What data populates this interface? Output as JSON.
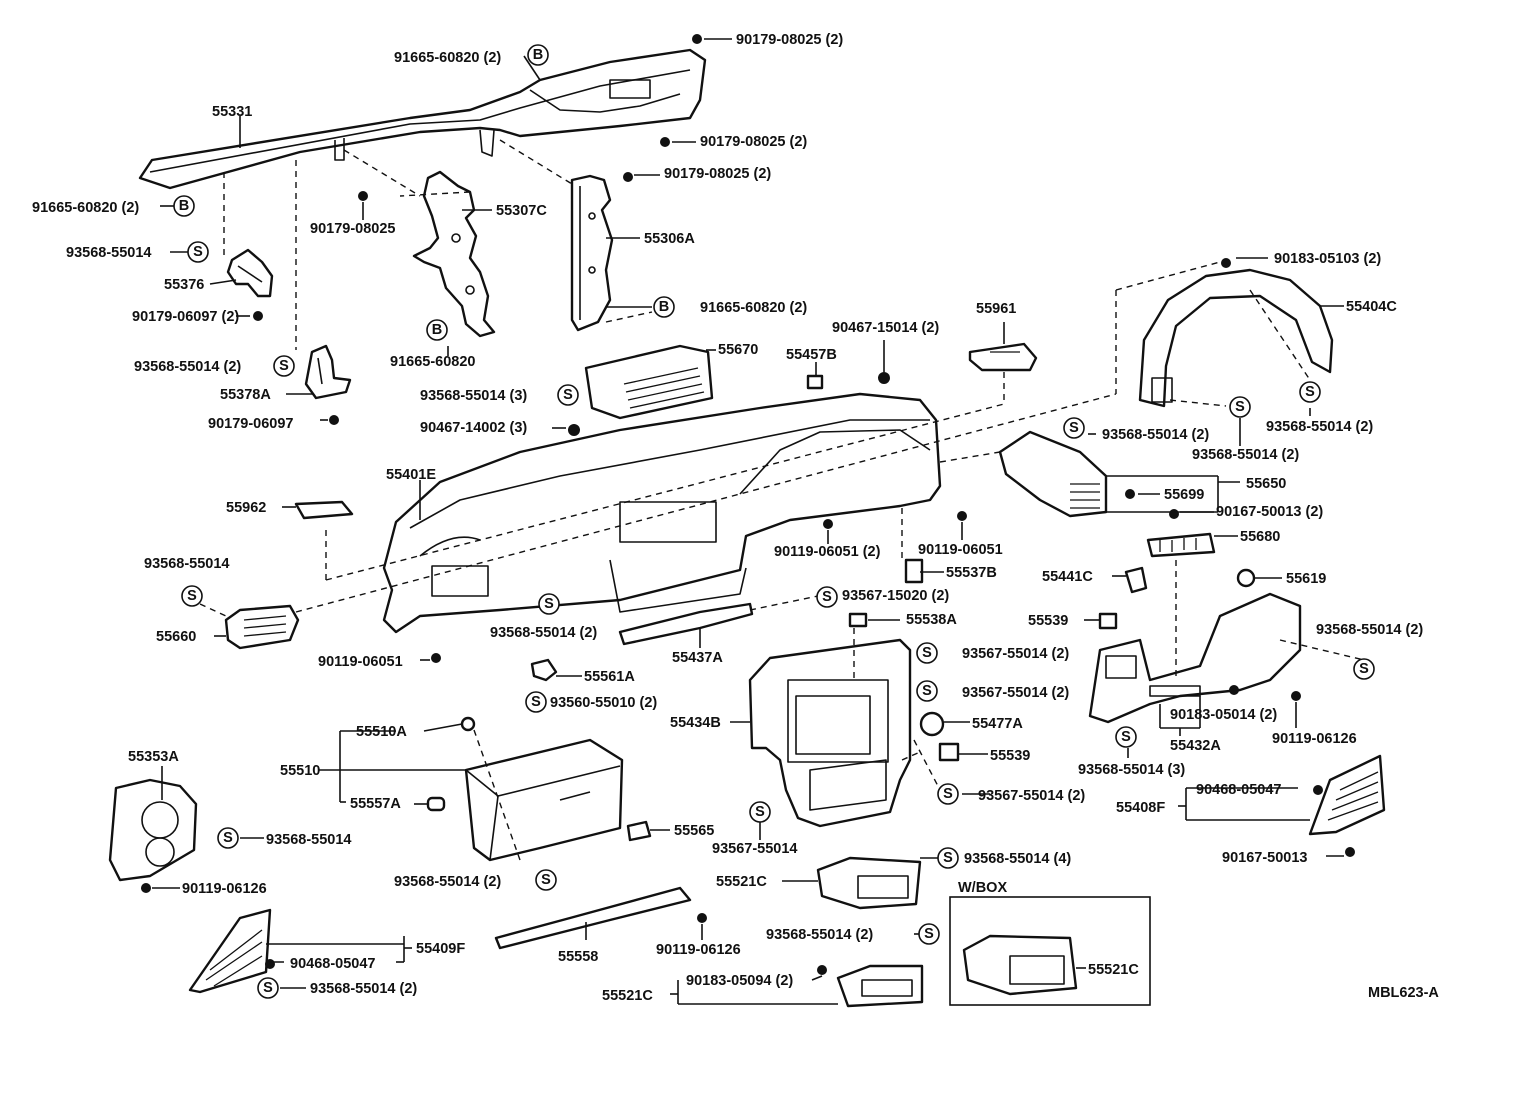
{
  "diagram": {
    "code": "MBL623-A",
    "wbox_label": "W/BOX",
    "symbol_b": "B",
    "symbol_s": "S",
    "labels": {
      "l_90179_08025_2_a": "90179-08025 (2)",
      "l_91665_60820_2_top": "91665-60820 (2)",
      "l_55331": "55331",
      "l_90179_08025_2_b": "90179-08025 (2)",
      "l_90179_08025_2_c": "90179-08025 (2)",
      "l_91665_60820_2_left": "91665-60820 (2)",
      "l_55307C": "55307C",
      "l_55306A": "55306A",
      "l_90179_08025": "90179-08025",
      "l_93568_55014_a": "93568-55014",
      "l_55376": "55376",
      "l_90179_06097_2": "90179-06097 (2)",
      "l_91665_60820_2_mid": "91665-60820 (2)",
      "l_91665_60820": "91665-60820",
      "l_93568_55014_2_a": "93568-55014 (2)",
      "l_55378A": "55378A",
      "l_90179_06097": "90179-06097",
      "l_55670": "55670",
      "l_55457B": "55457B",
      "l_90467_15014_2": "90467-15014 (2)",
      "l_55961": "55961",
      "l_90183_05103_2": "90183-05103 (2)",
      "l_55404C": "55404C",
      "l_93568_55014_3_a": "93568-55014 (3)",
      "l_90467_14002_3": "90467-14002 (3)",
      "l_93568_55014_2_b": "93568-55014 (2)",
      "l_93568_55014_2_c": "93568-55014 (2)",
      "l_93568_55014_2_d": "93568-55014 (2)",
      "l_55401E": "55401E",
      "l_55699": "55699",
      "l_55650": "55650",
      "l_55962": "55962",
      "l_90167_50013_2": "90167-50013 (2)",
      "l_90119_06051_2": "90119-06051 (2)",
      "l_90119_06051_a": "90119-06051",
      "l_55680": "55680",
      "l_93568_55014_b": "93568-55014",
      "l_55537B": "55537B",
      "l_55441C": "55441C",
      "l_55619": "55619",
      "l_93567_15020_2": "93567-15020 (2)",
      "l_93568_55014_2_e": "93568-55014 (2)",
      "l_93568_55014_2_f": "93568-55014 (2)",
      "l_55660": "55660",
      "l_55538A": "55538A",
      "l_55539_a": "55539",
      "l_55437A": "55437A",
      "l_90119_06051_b": "90119-06051",
      "l_93567_55014_2_a": "93567-55014 (2)",
      "l_55561A": "55561A",
      "l_93567_55014_2_b": "93567-55014 (2)",
      "l_93560_55010_2": "93560-55010 (2)",
      "l_55434B": "55434B",
      "l_55477A": "55477A",
      "l_90183_05014_2": "90183-05014 (2)",
      "l_90119_06126_a": "90119-06126",
      "l_55432A": "55432A",
      "l_55510A": "55510A",
      "l_55539_b": "55539",
      "l_93568_55014_3_b": "93568-55014 (3)",
      "l_55353A": "55353A",
      "l_55510": "55510",
      "l_93567_55014_2_c": "93567-55014 (2)",
      "l_90468_05047_a": "90468-05047",
      "l_55408F": "55408F",
      "l_55557A": "55557A",
      "l_55565": "55565",
      "l_93568_55014_c": "93568-55014",
      "l_93567_55014": "93567-55014",
      "l_90167_50013": "90167-50013",
      "l_93568_55014_4": "93568-55014 (4)",
      "l_55521C_a": "55521C",
      "l_90119_06126_b": "90119-06126",
      "l_93568_55014_2_g": "93568-55014 (2)",
      "l_55409F": "55409F",
      "l_90468_05047_b": "90468-05047",
      "l_90119_06126_c": "90119-06126",
      "l_55558": "55558",
      "l_93568_55014_2_h": "93568-55014 (2)",
      "l_93568_55014_2_i": "93568-55014 (2)",
      "l_55521C_b": "55521C",
      "l_90183_05094_2": "90183-05094 (2)",
      "l_55521C_c": "55521C"
    }
  }
}
